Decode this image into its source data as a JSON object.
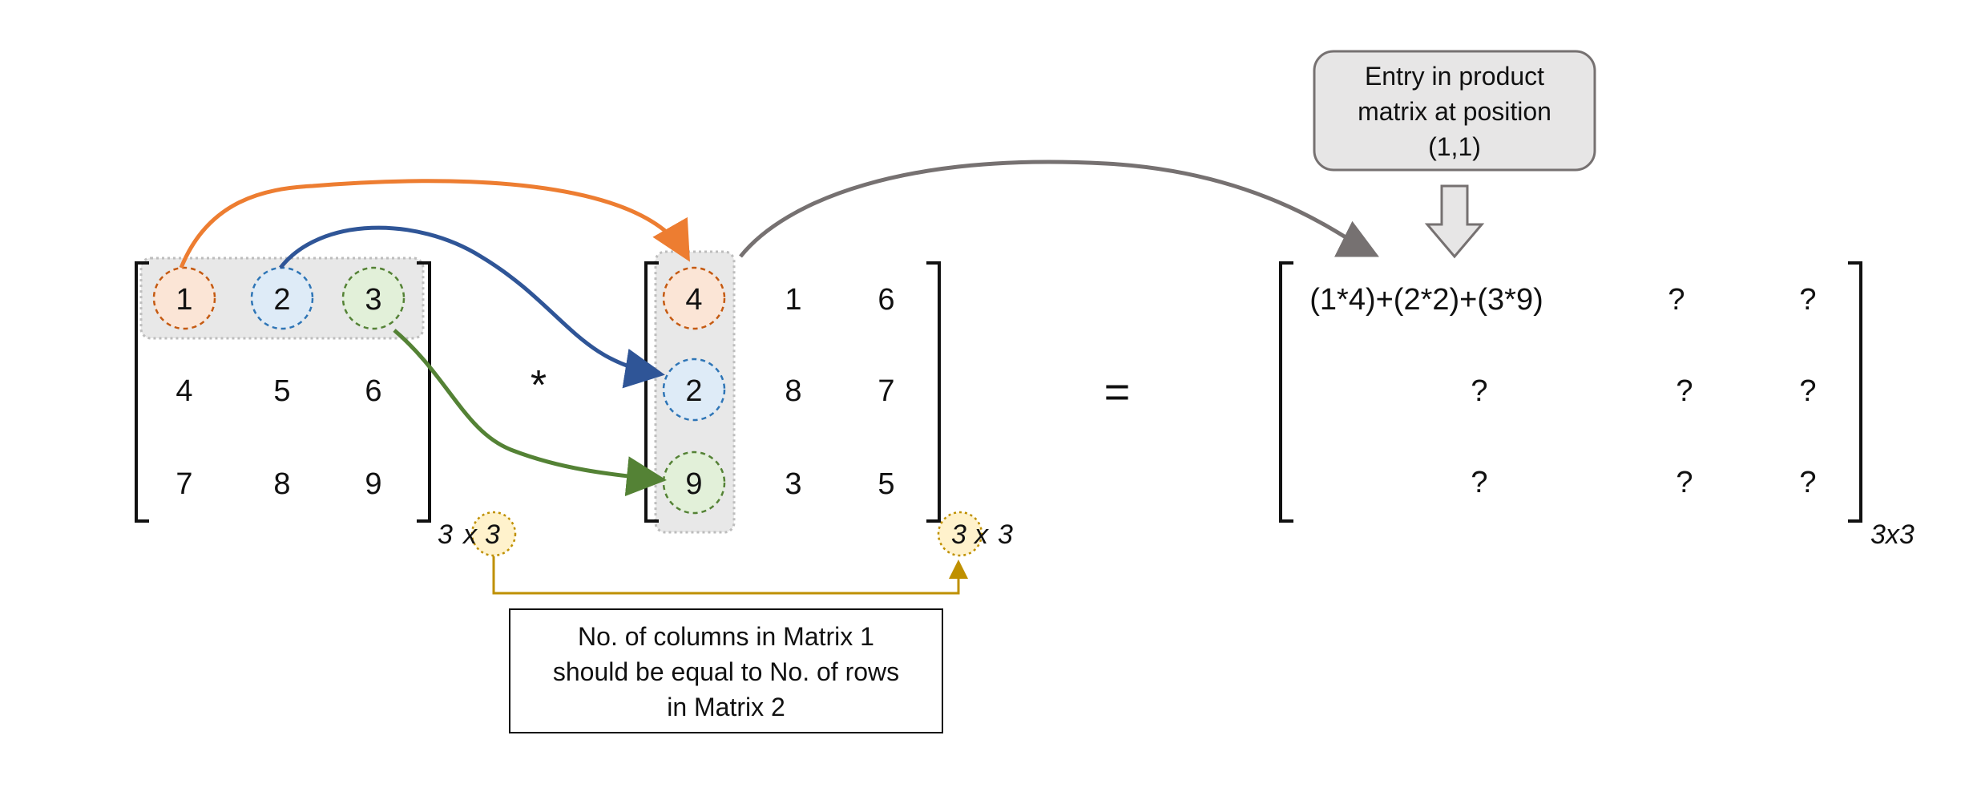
{
  "matrix1": {
    "rows": [
      [
        "1",
        "2",
        "3"
      ],
      [
        "4",
        "5",
        "6"
      ],
      [
        "7",
        "8",
        "9"
      ]
    ],
    "dim_rows": "3",
    "dim_x": "x",
    "dim_cols": "3"
  },
  "operator": "*",
  "matrix2": {
    "rows": [
      [
        "4",
        "1",
        "6"
      ],
      [
        "2",
        "8",
        "7"
      ],
      [
        "9",
        "3",
        "5"
      ]
    ],
    "dim_rows": "3",
    "dim_x": "x",
    "dim_cols": "3"
  },
  "equals": "=",
  "product": {
    "rows": [
      [
        "(1*4)+(2*2)+(3*9)",
        "?",
        "?"
      ],
      [
        "?",
        "?",
        "?"
      ],
      [
        "?",
        "?",
        "?"
      ]
    ],
    "dim": "3x3"
  },
  "callout": {
    "lines": [
      "Entry in product",
      "matrix at position",
      "(1,1)"
    ]
  },
  "note": {
    "lines": [
      "No. of columns in Matrix 1",
      "should be equal to No. of rows",
      "in Matrix 2"
    ]
  },
  "colors": {
    "orange": "#ED7D31",
    "blue": "#2F5597",
    "green": "#548235",
    "gray_arrow": "#767171",
    "gold": "#BF9000",
    "highlight_bg": "#E8E8E8"
  }
}
